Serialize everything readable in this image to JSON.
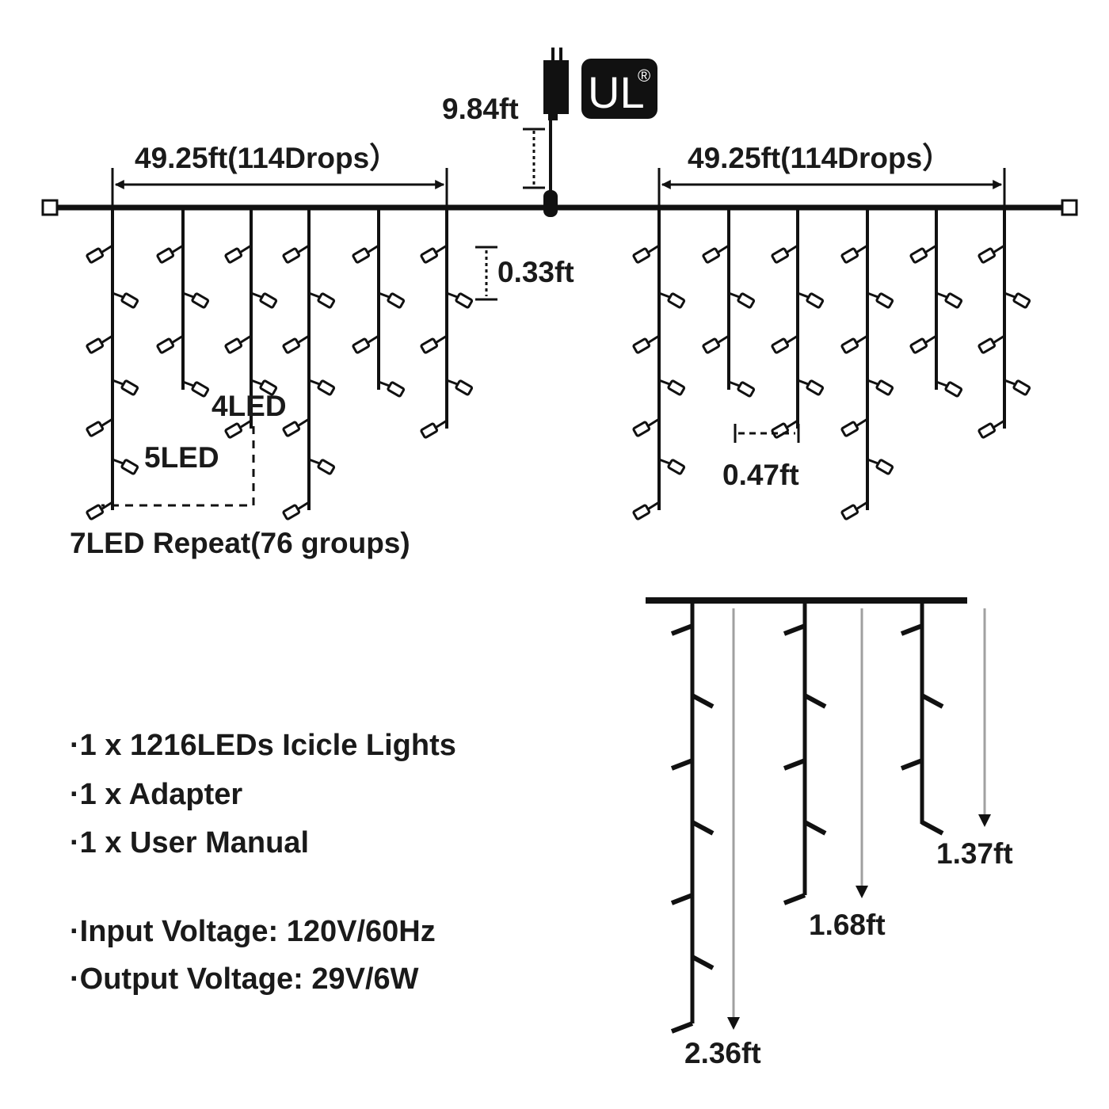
{
  "colors": {
    "line": "#111111",
    "text": "#1a1a1a",
    "arrow": "#a0a0a0",
    "background": "#ffffff"
  },
  "certification": {
    "mark": "UL",
    "registered": "®"
  },
  "labels": {
    "lead_length": "9.84ft",
    "left_span": "49.25ft(114Drops）",
    "right_span": "49.25ft(114Drops）",
    "bulb_spacing": "0.33ft",
    "drop_spacing": "0.47ft",
    "group_4": "4LED",
    "group_5": "5LED",
    "repeat": "7LED Repeat(76 groups)"
  },
  "drop_lengths": {
    "long": "2.36ft",
    "medium": "1.68ft",
    "short": "1.37ft"
  },
  "package": [
    "·1 x 1216LEDs Icicle Lights",
    "·1 x Adapter",
    "·1 x User Manual"
  ],
  "specs": [
    "·Input Voltage: 120V/60Hz",
    "·Output Voltage: 29V/6W"
  ]
}
